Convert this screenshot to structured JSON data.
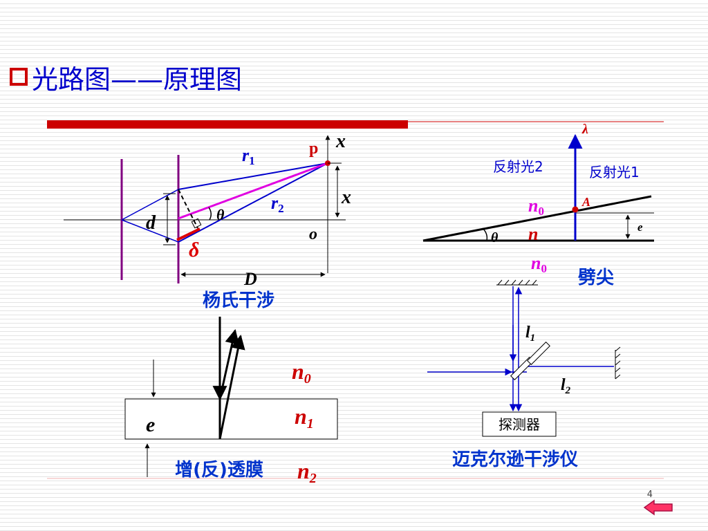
{
  "title": "光路图——原理图",
  "page_number": "4",
  "young": {
    "caption": "杨氏干涉",
    "r1": "r",
    "r1_sub": "1",
    "r2": "r",
    "r2_sub": "2",
    "p": "p",
    "x_axis": "x",
    "x_dist": "x",
    "o": "o",
    "d": "d",
    "theta": "θ",
    "delta": "δ",
    "D": "D"
  },
  "wedge": {
    "caption": "劈尖",
    "lambda": "λ",
    "reflect2": "反射光2",
    "reflect1": "反射光1",
    "n0_top": "n",
    "n0_top_sub": "0",
    "point_A": "A",
    "e": "e",
    "theta": "θ",
    "n": "n",
    "n0_bottom": "n",
    "n0_bottom_sub": "0"
  },
  "film": {
    "caption": "增(反)透膜",
    "e": "e",
    "n0": "n",
    "n0_sub": "0",
    "n1": "n",
    "n1_sub": "1",
    "n2": "n",
    "n2_sub": "2"
  },
  "michelson": {
    "caption": "迈克尔逊干涉仪",
    "detector": "探测器",
    "l1": "l",
    "l1_sub": "1",
    "l2": "l",
    "l2_sub": "2"
  },
  "colors": {
    "blue": "#0000cc",
    "red": "#cc0000",
    "magenta": "#e000e0",
    "purple": "#800080",
    "caption": "#0033cc"
  }
}
